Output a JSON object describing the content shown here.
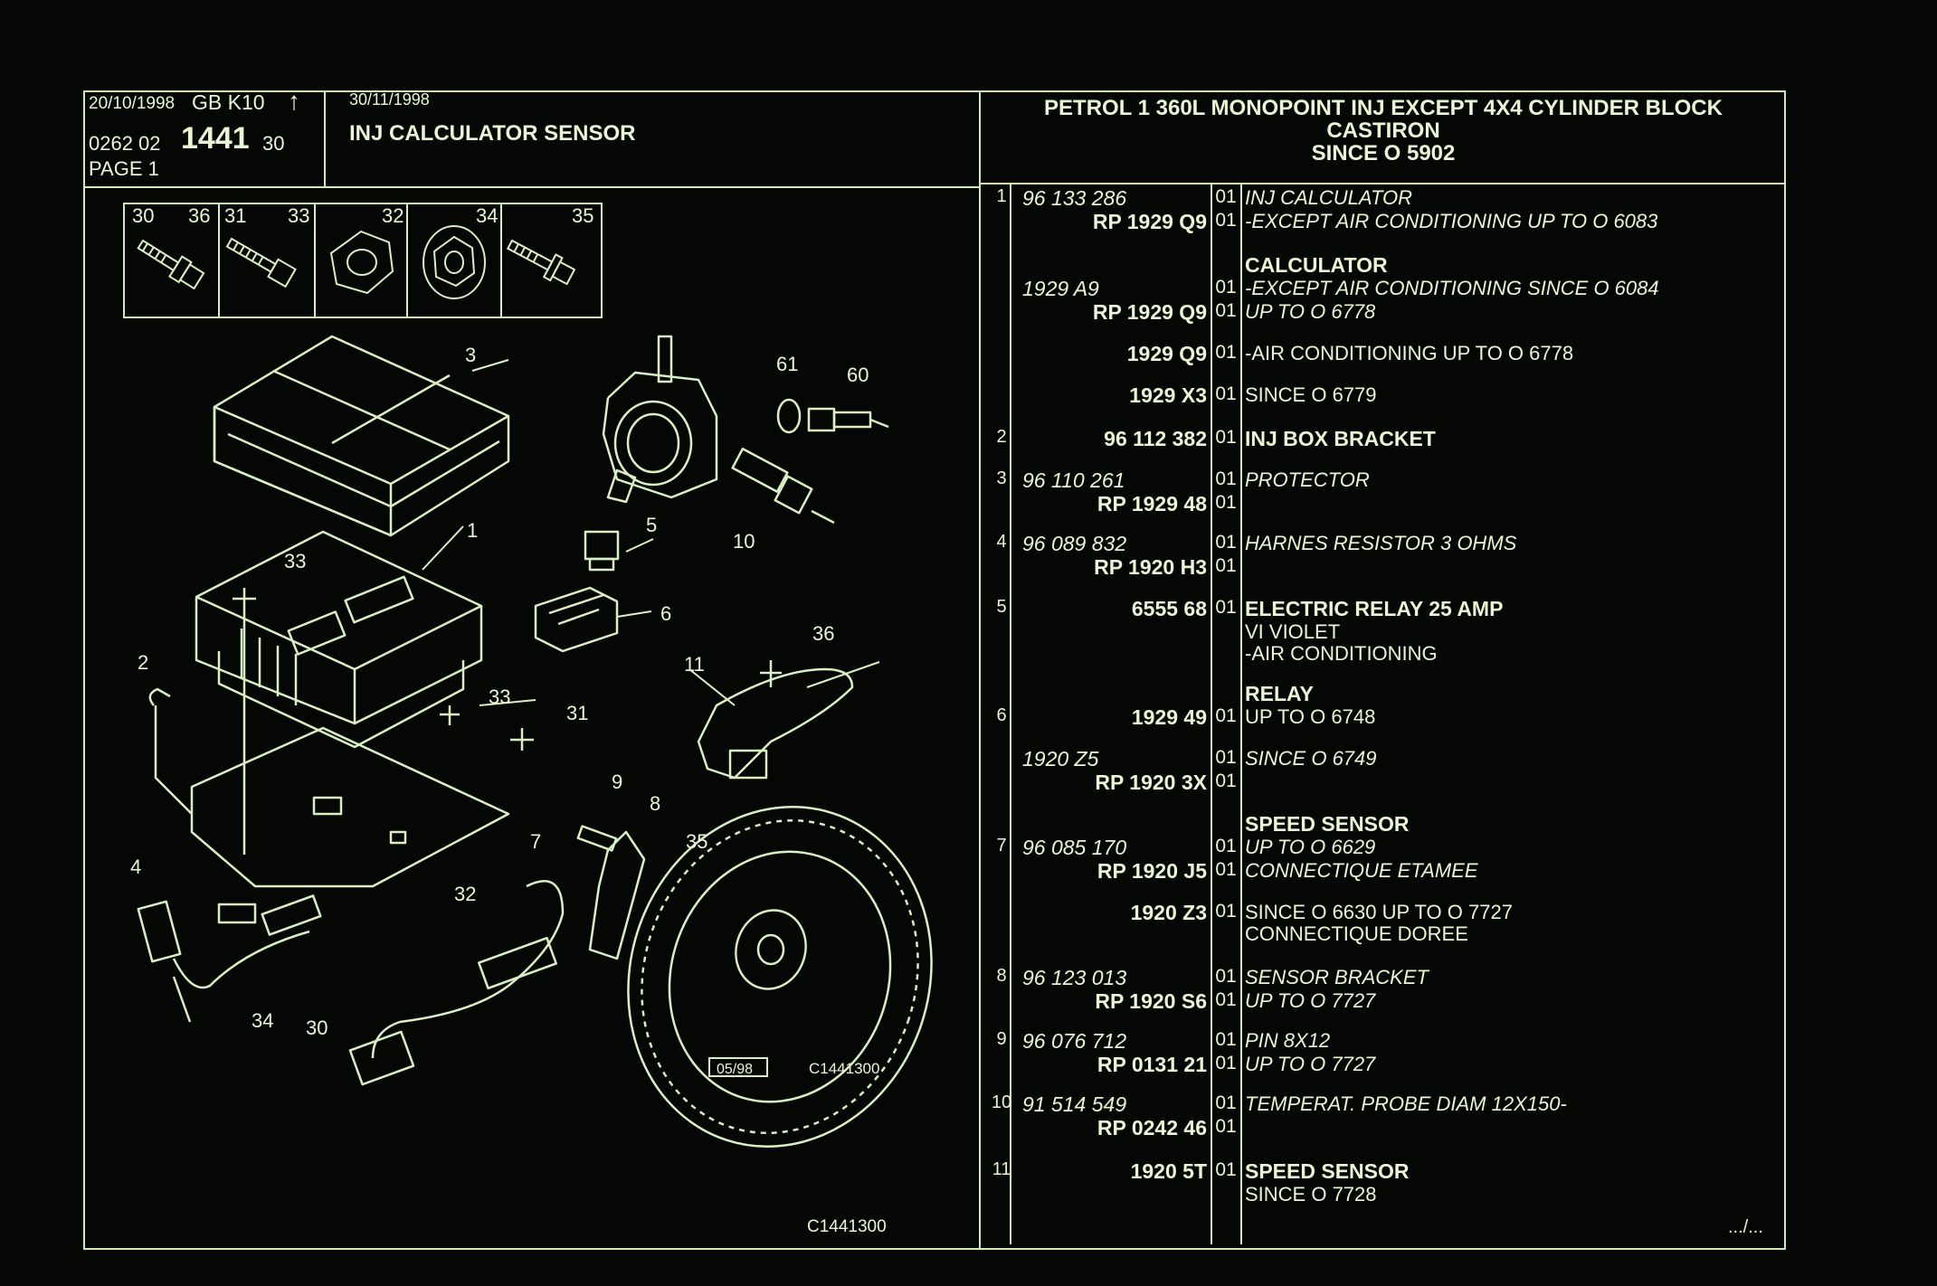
{
  "header": {
    "date": "20/10/1998",
    "lang_code": "GB K10",
    "arrow": "↑",
    "ref_prefix": "0262 02",
    "ref_main": "1441",
    "ref_suffix": "30",
    "page": "PAGE 1",
    "date2": "30/11/1998",
    "section_title": "INJ CALCULATOR SENSOR",
    "vehicle_line1": "PETROL 1 360L MONOPOINT INJ EXCEPT 4X4 CYLINDER BLOCK",
    "vehicle_line2": "CASTIRON",
    "vehicle_line3": "SINCE O 5902"
  },
  "fasteners": [
    {
      "left": "30",
      "right": "36"
    },
    {
      "left": "31",
      "right": "33"
    },
    {
      "left": "",
      "right": "32"
    },
    {
      "left": "",
      "right": "34"
    },
    {
      "left": "",
      "right": "35"
    }
  ],
  "diagram": {
    "callouts": [
      "3",
      "1",
      "33",
      "2",
      "33",
      "31",
      "4",
      "32",
      "34",
      "30",
      "7",
      "9",
      "8",
      "35",
      "5",
      "6",
      "10",
      "61",
      "60",
      "11",
      "36"
    ],
    "date_box": "05/98",
    "ref_small": "C1441300",
    "ref_bottom": "C1441300"
  },
  "rows": [
    {
      "num": "1",
      "ref": "96 133 286",
      "ref2": "",
      "qty": "01",
      "desc": "INJ CALCULATOR",
      "style": "i"
    },
    {
      "num": "",
      "ref": "",
      "ref2": "RP 1929 Q9",
      "qty": "01",
      "desc": "-EXCEPT AIR CONDITIONING UP TO O 6083",
      "style": "i"
    },
    {
      "num": "",
      "ref": "",
      "ref2": "",
      "qty": "",
      "desc": "CALCULATOR",
      "style": "b"
    },
    {
      "num": "",
      "ref": "1929 A9",
      "ref2": "",
      "qty": "01",
      "desc": "-EXCEPT AIR CONDITIONING SINCE O 6084",
      "style": "i"
    },
    {
      "num": "",
      "ref": "",
      "ref2": "RP 1929 Q9",
      "qty": "01",
      "desc": "UP TO O 6778",
      "style": "i"
    },
    {
      "num": "",
      "ref": "",
      "ref2": "1929 Q9",
      "qty": "01",
      "desc": "-AIR CONDITIONING UP TO O 6778",
      "style": ""
    },
    {
      "num": "",
      "ref": "",
      "ref2": "1929 X3",
      "qty": "01",
      "desc": "SINCE O 6779",
      "style": ""
    },
    {
      "num": "2",
      "ref": "",
      "ref2": "96 112 382",
      "qty": "01",
      "desc": "INJ BOX BRACKET",
      "style": "b"
    },
    {
      "num": "3",
      "ref": "96 110 261",
      "ref2": "",
      "qty": "01",
      "desc": "PROTECTOR",
      "style": "i"
    },
    {
      "num": "",
      "ref": "",
      "ref2": "RP 1929 48",
      "qty": "01",
      "desc": "",
      "style": ""
    },
    {
      "num": "4",
      "ref": "96 089 832",
      "ref2": "",
      "qty": "01",
      "desc": "HARNES RESISTOR 3 OHMS",
      "style": "i"
    },
    {
      "num": "",
      "ref": "",
      "ref2": "RP 1920 H3",
      "qty": "01",
      "desc": "",
      "style": ""
    },
    {
      "num": "5",
      "ref": "",
      "ref2": "6555 68",
      "qty": "01",
      "desc": "ELECTRIC RELAY 25 AMP",
      "style": "b"
    },
    {
      "num": "",
      "ref": "",
      "ref2": "",
      "qty": "",
      "desc": "VI VIOLET",
      "style": ""
    },
    {
      "num": "",
      "ref": "",
      "ref2": "",
      "qty": "",
      "desc": "-AIR CONDITIONING",
      "style": ""
    },
    {
      "num": "",
      "ref": "",
      "ref2": "",
      "qty": "",
      "desc": "RELAY",
      "style": "b"
    },
    {
      "num": "6",
      "ref": "",
      "ref2": "1929 49",
      "qty": "01",
      "desc": "UP TO O 6748",
      "style": ""
    },
    {
      "num": "",
      "ref": "1920 Z5",
      "ref2": "",
      "qty": "01",
      "desc": "SINCE O 6749",
      "style": "i"
    },
    {
      "num": "",
      "ref": "",
      "ref2": "RP 1920 3X",
      "qty": "01",
      "desc": "",
      "style": ""
    },
    {
      "num": "",
      "ref": "",
      "ref2": "",
      "qty": "",
      "desc": "SPEED SENSOR",
      "style": "b"
    },
    {
      "num": "7",
      "ref": "96 085 170",
      "ref2": "",
      "qty": "01",
      "desc": "UP TO O 6629",
      "style": "i"
    },
    {
      "num": "",
      "ref": "",
      "ref2": "RP 1920 J5",
      "qty": "01",
      "desc": "CONNECTIQUE ETAMEE",
      "style": "i"
    },
    {
      "num": "",
      "ref": "",
      "ref2": "1920 Z3",
      "qty": "01",
      "desc": "SINCE O 6630 UP TO O 7727",
      "style": ""
    },
    {
      "num": "",
      "ref": "",
      "ref2": "",
      "qty": "",
      "desc": "CONNECTIQUE DOREE",
      "style": ""
    },
    {
      "num": "8",
      "ref": "96 123 013",
      "ref2": "",
      "qty": "01",
      "desc": "SENSOR BRACKET",
      "style": "i"
    },
    {
      "num": "",
      "ref": "",
      "ref2": "RP 1920 S6",
      "qty": "01",
      "desc": "UP TO O 7727",
      "style": "i"
    },
    {
      "num": "9",
      "ref": "96 076 712",
      "ref2": "",
      "qty": "01",
      "desc": "PIN 8X12",
      "style": "i"
    },
    {
      "num": "",
      "ref": "",
      "ref2": "RP 0131 21",
      "qty": "01",
      "desc": "UP TO O 7727",
      "style": "i"
    },
    {
      "num": "10",
      "ref": "91 514 549",
      "ref2": "",
      "qty": "01",
      "desc": "TEMPERAT. PROBE DIAM 12X150-",
      "style": "i"
    },
    {
      "num": "",
      "ref": "",
      "ref2": "RP 0242 46",
      "qty": "01",
      "desc": "",
      "style": ""
    },
    {
      "num": "11",
      "ref": "",
      "ref2": "1920 5T",
      "qty": "01",
      "desc": "SPEED SENSOR",
      "style": "b"
    },
    {
      "num": "",
      "ref": "",
      "ref2": "",
      "qty": "",
      "desc": "SINCE O 7728",
      "style": ""
    }
  ],
  "continued": ".../..."
}
